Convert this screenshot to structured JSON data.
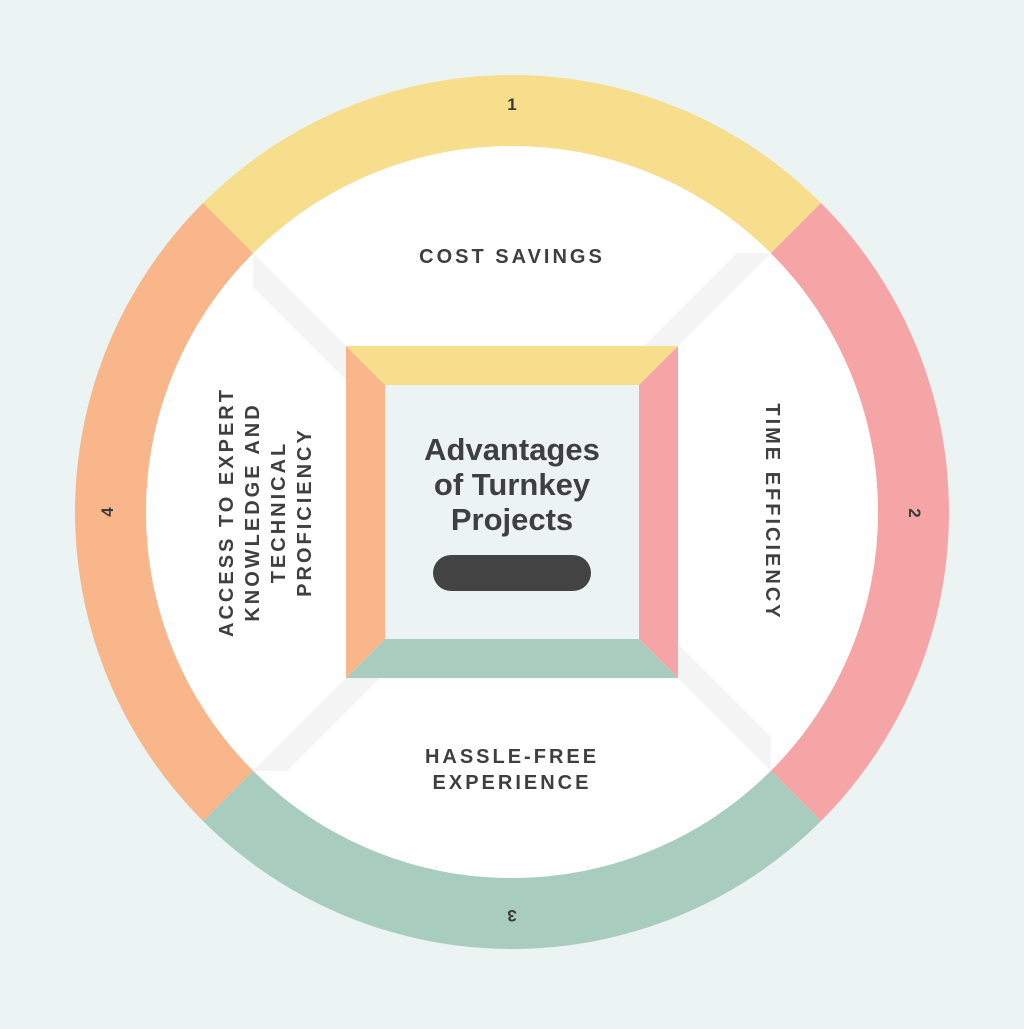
{
  "diagram": {
    "title": "Advantages of Turnkey Projects",
    "title_lines": "Advantages\nof Turnkey\nProjects",
    "colors": {
      "background": "#ECF4F3",
      "segment_1": "#F7DE8C",
      "segment_2": "#F6A5A7",
      "segment_3": "#A8CDBE",
      "segment_4": "#F8B68A",
      "text": "#3F3F3F",
      "pill": "#434343"
    },
    "segments": [
      {
        "number": "1",
        "label": "COST SAVINGS",
        "position": "top"
      },
      {
        "number": "2",
        "label": "TIME EFFICIENCY",
        "position": "right"
      },
      {
        "number": "3",
        "label": "HASSLE-FREE\nEXPERIENCE",
        "position": "bottom"
      },
      {
        "number": "4",
        "label": "ACCESS TO EXPERT\nKNOWLEDGE AND\nTECHNICAL\nPROFICIENCY",
        "position": "left"
      }
    ]
  }
}
